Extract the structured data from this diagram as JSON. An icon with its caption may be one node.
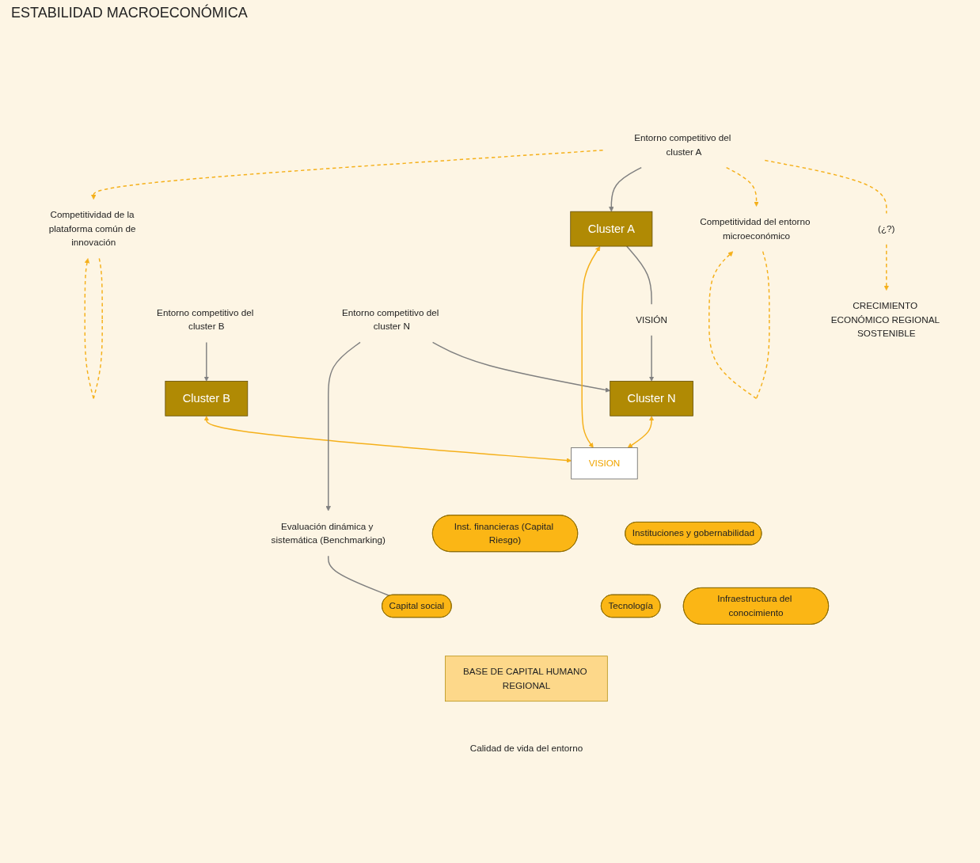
{
  "diagram": {
    "nodes": [
      {
        "text": [
          "(¿?)"
        ]
      },
      {
        "text": [
          "CRECIMIENTO ECONÓMICO REGIONAL SOSTENIBLE"
        ]
      },
      {
        "text": [
          "Competitividad del entorno microeconómico"
        ]
      },
      {
        "text": [
          "VISIÓN"
        ]
      },
      {
        "text": [
          "Cluster A"
        ]
      },
      {
        "text": [
          "Cluster B"
        ]
      },
      {
        "text": [
          "Cluster N"
        ]
      },
      {
        "text": [
          "Entorno competitivo del cluster A"
        ]
      },
      {
        "text": [
          "Entorno competitivo del cluster B"
        ]
      },
      {
        "text": [
          "Entorno competitivo del cluster N"
        ]
      },
      {
        "text": [
          "VISION"
        ]
      },
      {
        "text": [
          "Competitividad de la plataforma común de innovación"
        ]
      },
      {
        "text": [
          "Evaluación dinámica y sistemática (Benchmarking)"
        ]
      },
      {
        "text": [
          "Instituciones y gobernabilidad"
        ]
      },
      {
        "text": [
          "Inst. financieras (Capital Riesgo)"
        ]
      },
      {
        "text": [
          "Infraestructura del conocimiento"
        ]
      },
      {
        "text": [
          "Tecnología"
        ]
      },
      {
        "text": [
          "Capital social"
        ]
      },
      {
        "text": [
          "BASE DE CAPITAL HUMANO REGIONAL"
        ]
      },
      {
        "text": [
          "Calidad de vida del entorno"
        ]
      }
    ],
    "edges": [
      {
        "from": 0,
        "to": 1,
        "arrow": "to",
        "style": "dashed"
      },
      {
        "from": 7,
        "to": 0,
        "arrow": "none",
        "style": "dashed"
      },
      {
        "from": 7,
        "to": 2,
        "arrow": "to",
        "style": "dashed"
      },
      {
        "from": 2,
        "to": 2,
        "arrow": "to",
        "style": "dashed"
      },
      {
        "from": 4,
        "to": 3,
        "arrow": "none",
        "color": "#808080"
      },
      {
        "from": 3,
        "to": 6,
        "arrow": "to",
        "color": "#808080"
      },
      {
        "from": 7,
        "to": 4,
        "arrow": "to",
        "color": "#808080"
      },
      {
        "from": 8,
        "to": 5,
        "arrow": "to",
        "color": "#808080"
      },
      {
        "from": 9,
        "to": 6,
        "arrow": "to",
        "color": "#808080"
      },
      {
        "from": 4,
        "to": 10,
        "arrow": "both"
      },
      {
        "from": 5,
        "to": 10,
        "arrow": "both"
      },
      {
        "from": 6,
        "to": 10,
        "arrow": "both"
      },
      {
        "from": 7,
        "to": 11,
        "arrow": "to",
        "style": "dashed"
      },
      {
        "from": 11,
        "to": 11,
        "arrow": "to",
        "style": "dashed"
      },
      {
        "from": 9,
        "to": 12,
        "arrow": "to",
        "color": "#808080"
      },
      {
        "from": 12,
        "to": 17,
        "arrow": "none",
        "color": "#808080"
      }
    ],
    "labels": [
      "ESTABILIDAD MACROECONÓMICA"
    ]
  }
}
